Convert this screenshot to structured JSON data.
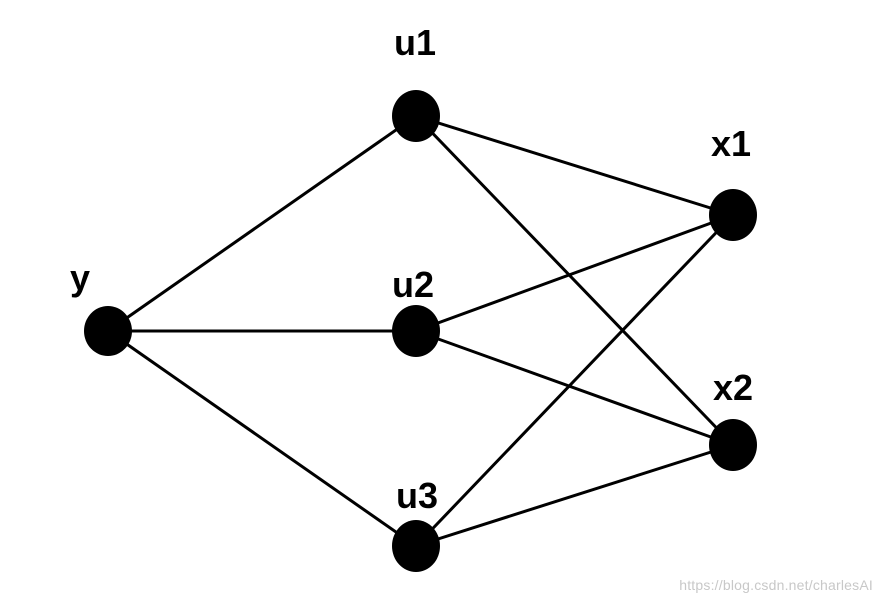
{
  "diagram": {
    "nodes": [
      {
        "id": "y",
        "label": "y"
      },
      {
        "id": "u1",
        "label": "u1"
      },
      {
        "id": "u2",
        "label": "u2"
      },
      {
        "id": "u3",
        "label": "u3"
      },
      {
        "id": "x1",
        "label": "x1"
      },
      {
        "id": "x2",
        "label": "x2"
      }
    ],
    "edges": [
      {
        "from": "y",
        "to": "u1"
      },
      {
        "from": "y",
        "to": "u2"
      },
      {
        "from": "y",
        "to": "u3"
      },
      {
        "from": "u1",
        "to": "x1"
      },
      {
        "from": "u1",
        "to": "x2"
      },
      {
        "from": "u2",
        "to": "x1"
      },
      {
        "from": "u2",
        "to": "x2"
      },
      {
        "from": "u3",
        "to": "x1"
      },
      {
        "from": "u3",
        "to": "x2"
      }
    ],
    "colors": {
      "node": "#000000",
      "edge": "#000000",
      "watermark": "#c8c8c8"
    }
  },
  "watermark": "https://blog.csdn.net/charlesAI"
}
